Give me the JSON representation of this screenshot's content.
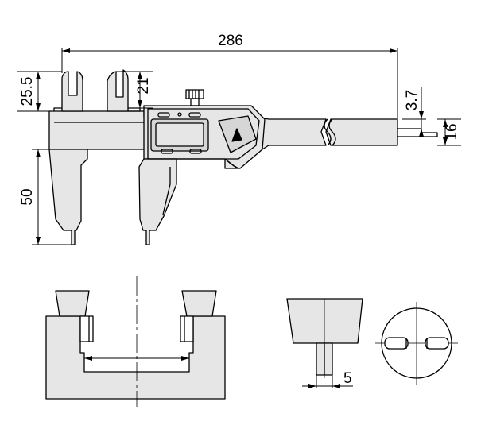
{
  "dimensions": {
    "overall_length": "286",
    "upper_jaw_depth": "25.5",
    "upper_jaw_inner": "21",
    "lower_jaw_depth": "50",
    "depth_rod_offset": "3.7",
    "beam_width": "16",
    "blade_thickness": "5"
  },
  "colors": {
    "fill": "#e6e6e6",
    "display": "#d6d6d6",
    "line": "#000000"
  }
}
